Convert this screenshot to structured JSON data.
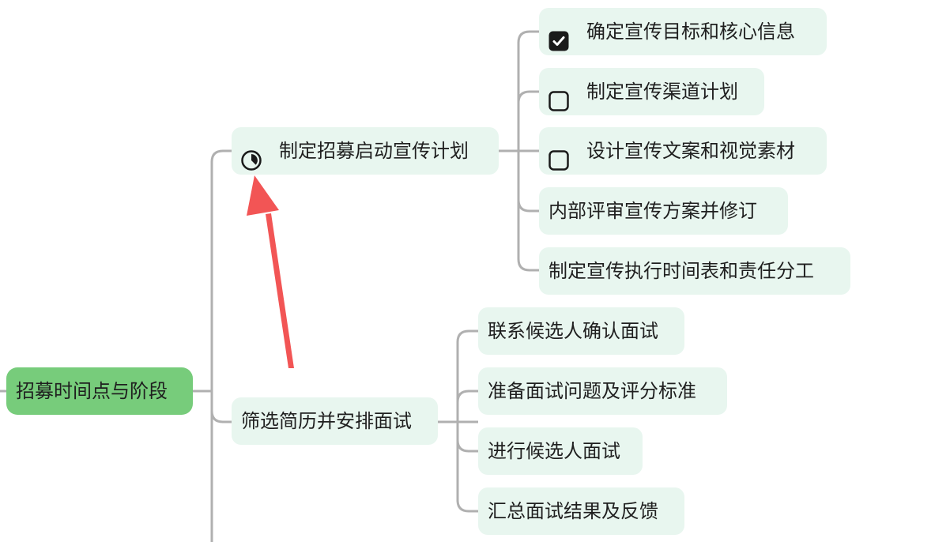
{
  "mindmap": {
    "root": {
      "label": "招募时间点与阶段",
      "color": "#77cc7b"
    },
    "branches": [
      {
        "label": "制定招募启动宣传计划",
        "icon": "progress-pie-icon",
        "children": [
          {
            "label": "确定宣传目标和核心信息",
            "checkbox": "checked"
          },
          {
            "label": "制定宣传渠道计划",
            "checkbox": "unchecked"
          },
          {
            "label": "设计宣传文案和视觉素材",
            "checkbox": "unchecked"
          },
          {
            "label": "内部评审宣传方案并修订"
          },
          {
            "label": "制定宣传执行时间表和责任分工"
          }
        ]
      },
      {
        "label": "筛选简历并安排面试",
        "children": [
          {
            "label": "联系候选人确认面试"
          },
          {
            "label": "准备面试问题及评分标准"
          },
          {
            "label": "进行候选人面试"
          },
          {
            "label": "汇总面试结果及反馈"
          }
        ]
      }
    ],
    "colors": {
      "node_bg": "#e8f6ef",
      "line": "#b0b0b0",
      "annotation_arrow": "#f25555"
    }
  }
}
